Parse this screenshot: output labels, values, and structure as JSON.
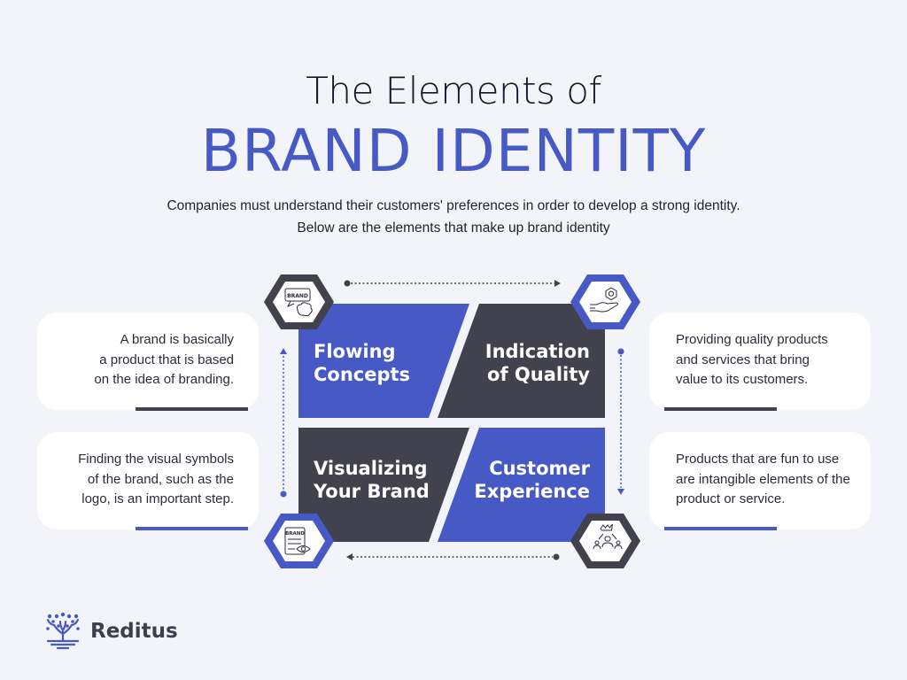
{
  "header": {
    "title_line1": "The Elements of",
    "title_line2": "BRAND IDENTITY",
    "subtitle_line1": "Companies must understand their customers' preferences in order to develop a strong identity.",
    "subtitle_line2": "Below are the elements that make up brand identity"
  },
  "colors": {
    "background": "#f3f4fa",
    "accent_blue": "#4659c4",
    "dark_slate": "#42414e",
    "card_bg": "#ffffff",
    "title_dark": "#15172b"
  },
  "elements": [
    {
      "label_line1": "Flowing",
      "label_line2": "Concepts",
      "panel_color": "#4659c4",
      "icon": "brand-speech-brain-icon",
      "icon_text": "BRAND",
      "hex_border": "#42414e",
      "description_lines": [
        "A brand is basically",
        "a product that is based",
        "on the idea of branding."
      ],
      "underline_color": "#42414e"
    },
    {
      "label_line1": "Indication",
      "label_line2": "of Quality",
      "panel_color": "#42414e",
      "icon": "hand-holding-gem-icon",
      "hex_border": "#4659c4",
      "description_lines": [
        "Providing quality products",
        "and services that bring",
        "value to its customers."
      ],
      "underline_color": "#42414e"
    },
    {
      "label_line1": "Visualizing",
      "label_line2": "Your Brand",
      "panel_color": "#42414e",
      "icon": "brand-document-eye-icon",
      "icon_text": "BRAND",
      "hex_border": "#4659c4",
      "description_lines": [
        "Finding the visual symbols",
        "of the brand, such as the",
        "logo, is an important step."
      ],
      "underline_color": "#4659c4"
    },
    {
      "label_line1": "Customer",
      "label_line2": "Experience",
      "panel_color": "#4659c4",
      "icon": "crown-customers-icon",
      "hex_border": "#42414e",
      "description_lines": [
        "Products that are fun to use",
        "are intangible elements of the",
        "product or service."
      ],
      "underline_color": "#4659c4"
    }
  ],
  "footer": {
    "logo_icon": "tree-logo-icon",
    "brand_name": "Reditus"
  }
}
